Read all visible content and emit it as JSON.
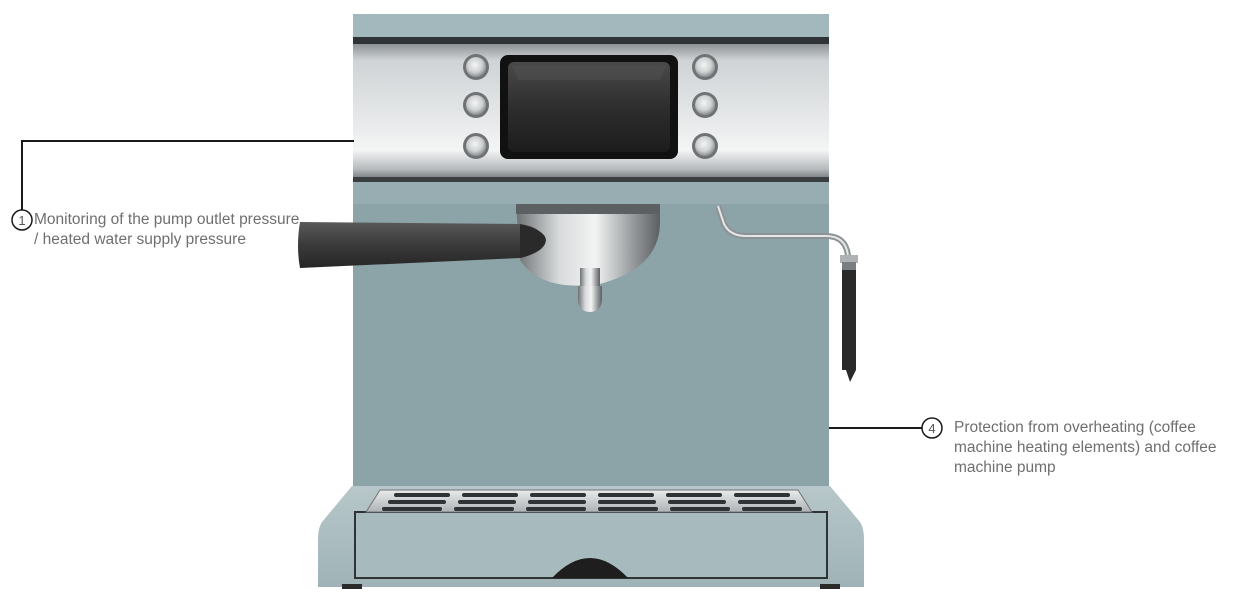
{
  "callouts": [
    {
      "number": "1",
      "text": "Monitoring of the pump outlet pressure / heated water supply pressure"
    },
    {
      "number": "4",
      "text": "Protection from overheating (coffee machine heating elements) and coffee machine pump"
    }
  ],
  "colors": {
    "machine_body": "#8ca3a8",
    "housing_light": "#a3b8bc",
    "stainless_panel": "#d4d7d9",
    "display": "#2b2b2b",
    "handle": "#3d3d3d",
    "leader_line": "#1a1a1a"
  },
  "icons": {
    "buttons": "round-chrome-button",
    "display": "lcd-display"
  }
}
